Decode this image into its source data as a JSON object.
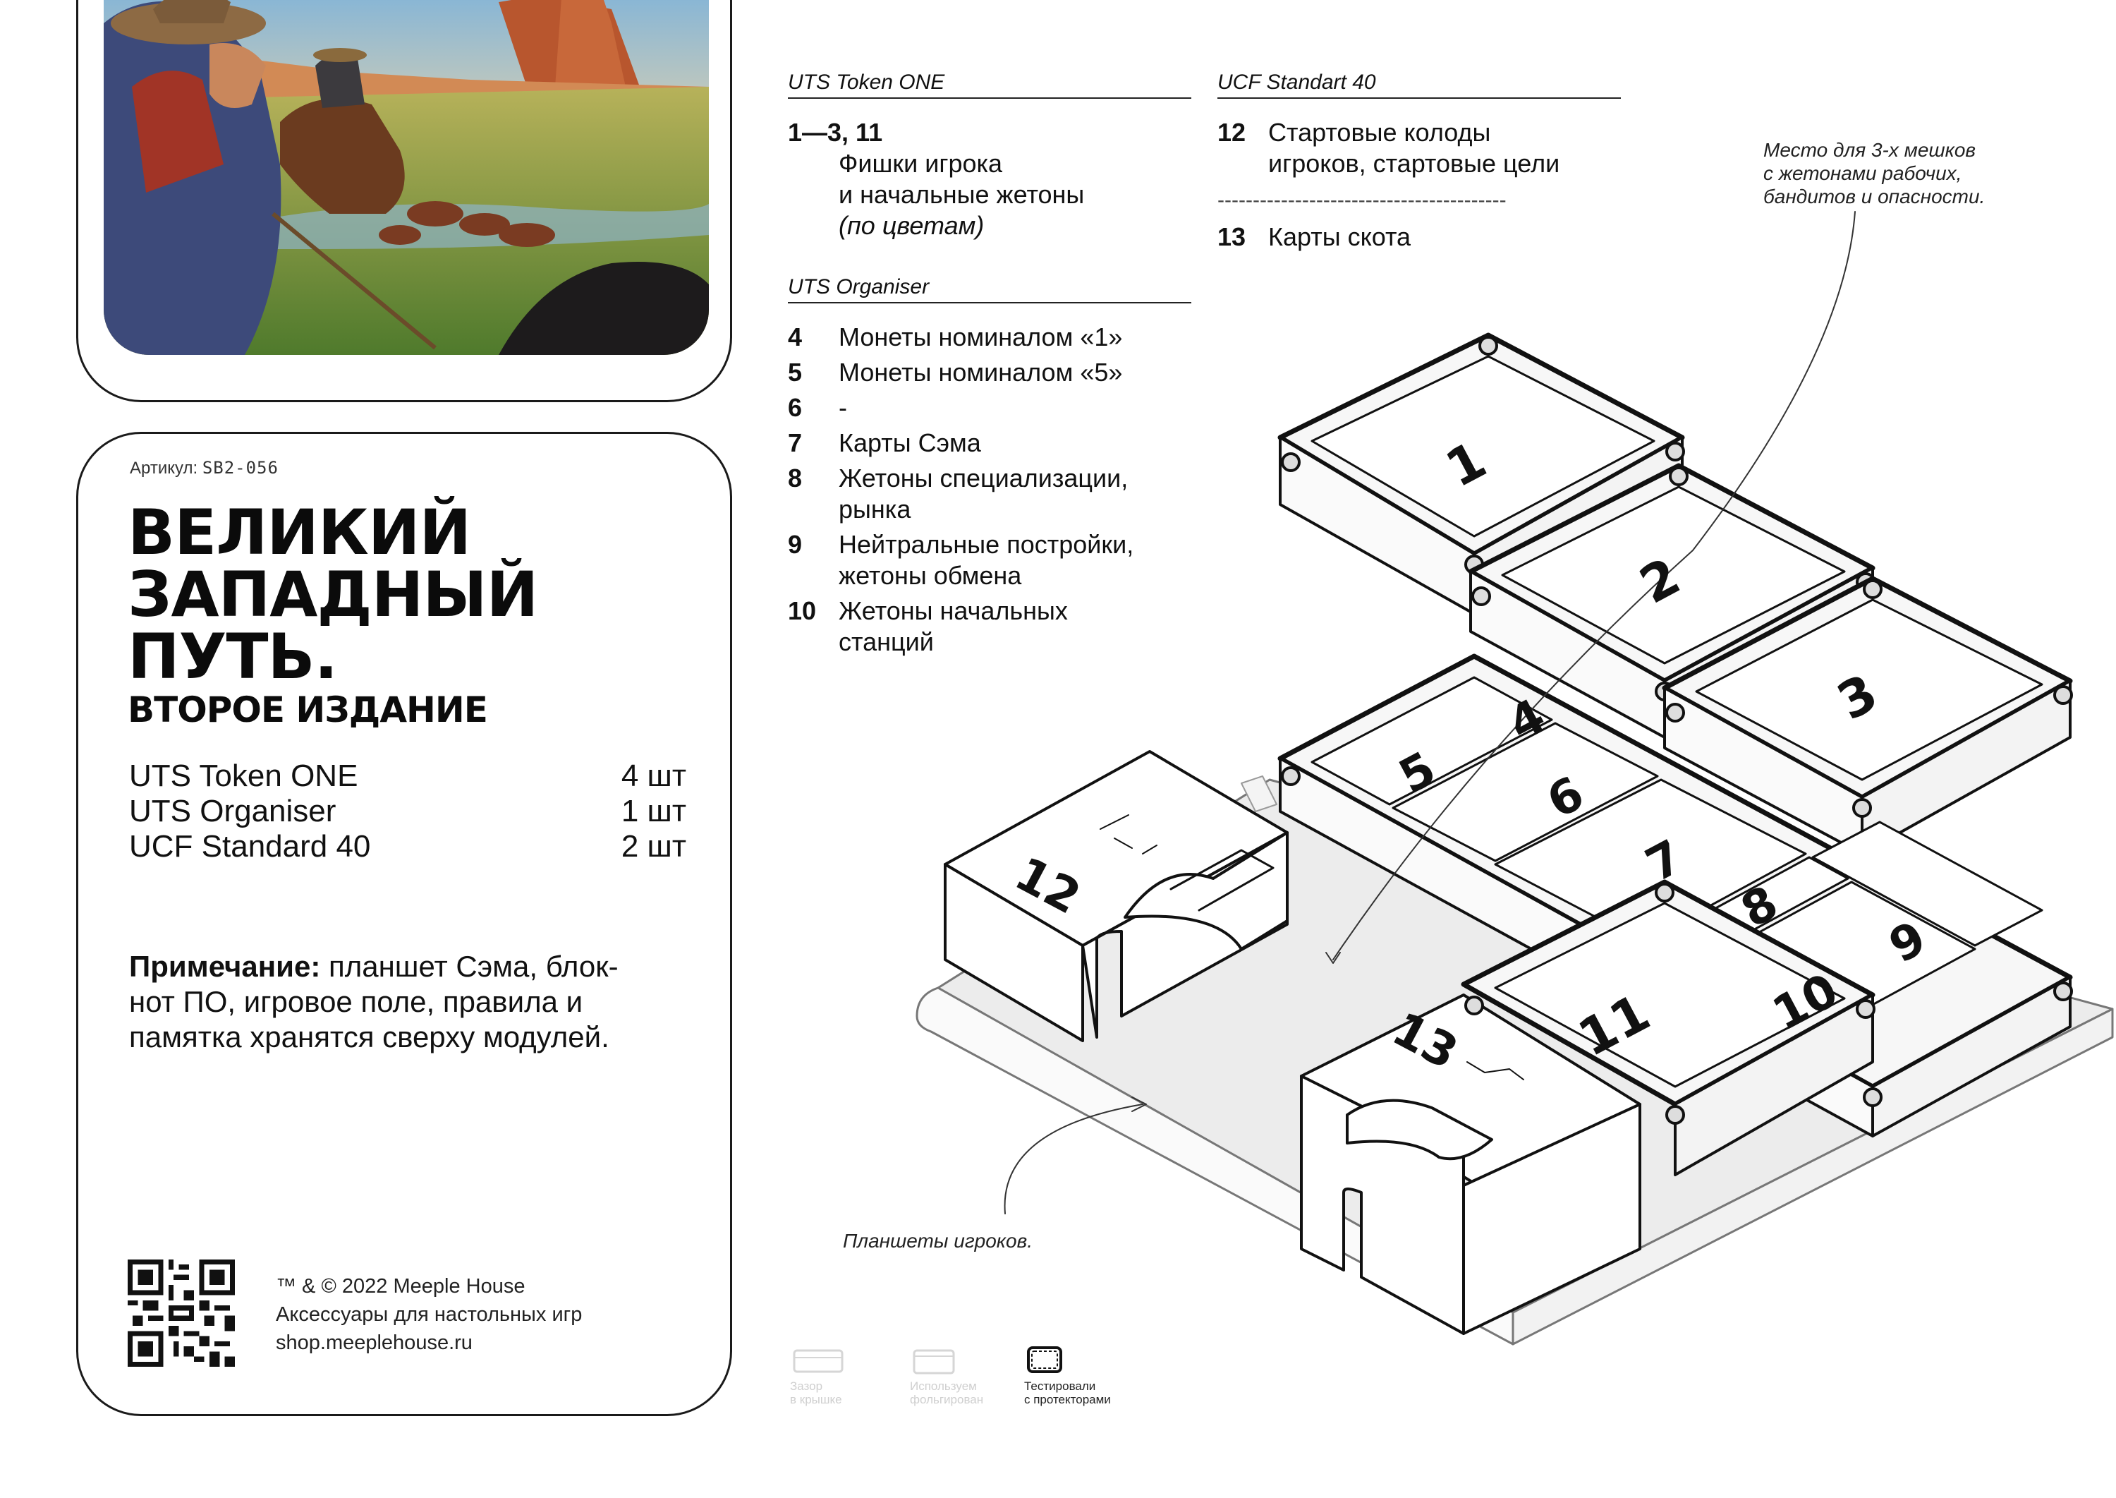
{
  "product": {
    "sku_label": "Артикул:",
    "sku_code": "SB2-056",
    "title_lines": [
      "ВЕЛИКИЙ",
      "ЗАПАДНЫЙ",
      "ПУТЬ."
    ],
    "subtitle": "ВТОРОЕ ИЗДАНИЕ"
  },
  "modules": [
    {
      "name": "UTS Token ONE",
      "qty": "4 шт"
    },
    {
      "name": "UTS Organiser",
      "qty": "1 шт"
    },
    {
      "name": "UCF Standard 40",
      "qty": "2 шт"
    }
  ],
  "note": {
    "label": "Примечание:",
    "lines": [
      "планшет Сэма, блок-",
      "нот ПО, игровое поле, правила и",
      "памятка хранятся сверху модулей."
    ]
  },
  "footer": {
    "copyright": "™ & © 2022 Meeple House",
    "tagline": "Аксессуары для настольных игр",
    "site": "shop.meeplehouse.ru"
  },
  "legend": {
    "token_one": {
      "heading": "UTS Token ONE",
      "num": "1—3, 11",
      "lines": [
        "Фишки игрока",
        "и начальные жетоны",
        "(по цветам)"
      ]
    },
    "organiser": {
      "heading": "UTS Organiser",
      "items": [
        {
          "num": "4",
          "lines": [
            "Монеты номиналом «1»"
          ]
        },
        {
          "num": "5",
          "lines": [
            "Монеты номиналом «5»"
          ]
        },
        {
          "num": "6",
          "lines": [
            "-"
          ]
        },
        {
          "num": "7",
          "lines": [
            "Карты Сэма"
          ]
        },
        {
          "num": "8",
          "lines": [
            "Жетоны специализации,",
            "рынка"
          ]
        },
        {
          "num": "9",
          "lines": [
            "Нейтральные постройки,",
            "жетоны обмена"
          ]
        },
        {
          "num": "10",
          "lines": [
            "Жетоны начальных",
            "станций"
          ]
        }
      ]
    },
    "standart": {
      "heading": "UCF Standart 40",
      "items": [
        {
          "num": "12",
          "lines": [
            "Стартовые колоды",
            "игроков, стартовые цели"
          ]
        },
        {
          "num": "13",
          "lines": [
            "Карты скота"
          ]
        }
      ],
      "divider": "-----------------------------------------"
    }
  },
  "callouts": {
    "bags": [
      "Место для 3-х мешков",
      "с жетонами рабочих,",
      "бандитов и опасности."
    ],
    "boards": "Планшеты игроков."
  },
  "diagram_labels": [
    "1",
    "2",
    "3",
    "4",
    "5",
    "6",
    "7",
    "8",
    "9",
    "10",
    "11",
    "12",
    "13"
  ],
  "status_icons": [
    {
      "lines": [
        "Зазор",
        "в крышке"
      ],
      "active": false
    },
    {
      "lines": [
        "Используем",
        "фольгирован"
      ],
      "active": false
    },
    {
      "lines": [
        "Тестировали",
        "с протекторами"
      ],
      "active": true
    }
  ]
}
